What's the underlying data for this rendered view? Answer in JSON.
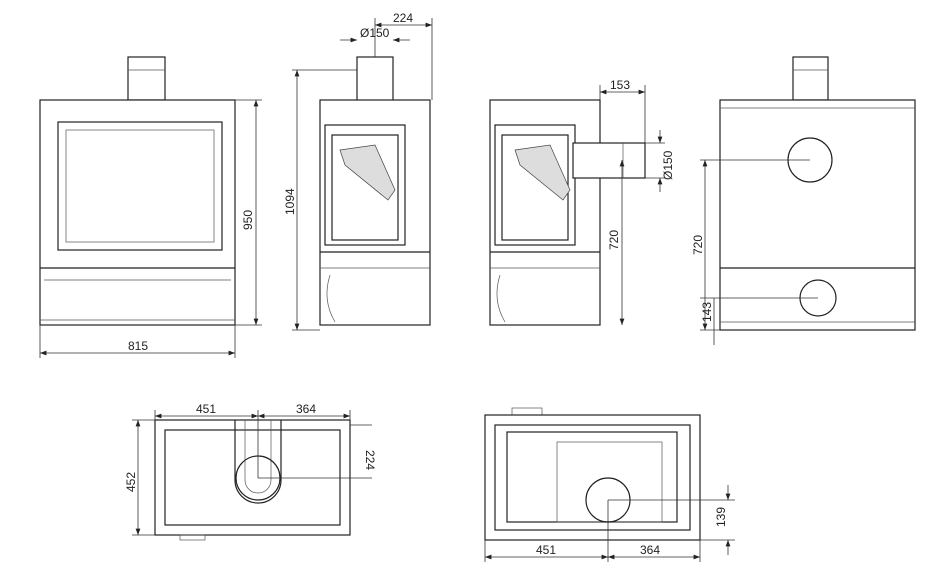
{
  "title": "Stove dimension drawing",
  "front_view": {
    "height": "950",
    "width": "815"
  },
  "side_view": {
    "height": "1094",
    "flue_offset": "224",
    "flue_diameter": "Ø150"
  },
  "side_view_rear_flue": {
    "flue_length": "153",
    "flue_diameter": "Ø150",
    "flue_height": "720"
  },
  "back_view": {
    "upper_outlet_height": "720",
    "lower_outlet_height": "143"
  },
  "top_view": {
    "left": "451",
    "right": "364",
    "depth": "452",
    "flue_offset": "224"
  },
  "bottom_view": {
    "left": "451",
    "right": "364",
    "outlet_offset": "139"
  }
}
